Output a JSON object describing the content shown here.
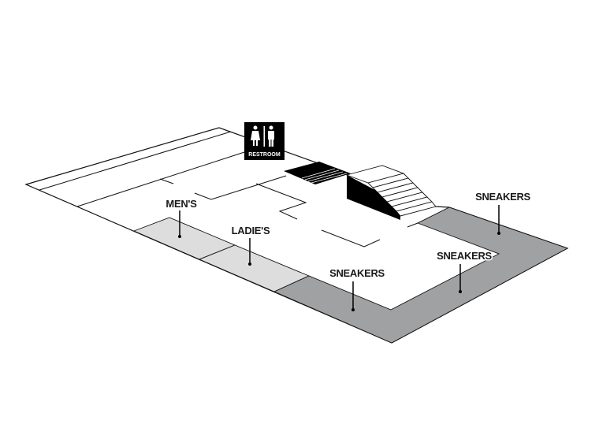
{
  "restroom": {
    "label": "RESTROOM",
    "icon": "restroom-icon"
  },
  "zones": [
    {
      "id": "mens",
      "label": "MEN'S",
      "color": "#dcdddc"
    },
    {
      "id": "ladies",
      "label": "LADIE'S",
      "color": "#dcdddc"
    },
    {
      "id": "sneakers-front",
      "label": "SNEAKERS",
      "color": "#a0a1a3"
    },
    {
      "id": "sneakers-side",
      "label": "SNEAKERS",
      "color": "#a0a1a3"
    },
    {
      "id": "sneakers-back",
      "label": "SNEAKERS",
      "color": "#a0a1a3"
    }
  ]
}
